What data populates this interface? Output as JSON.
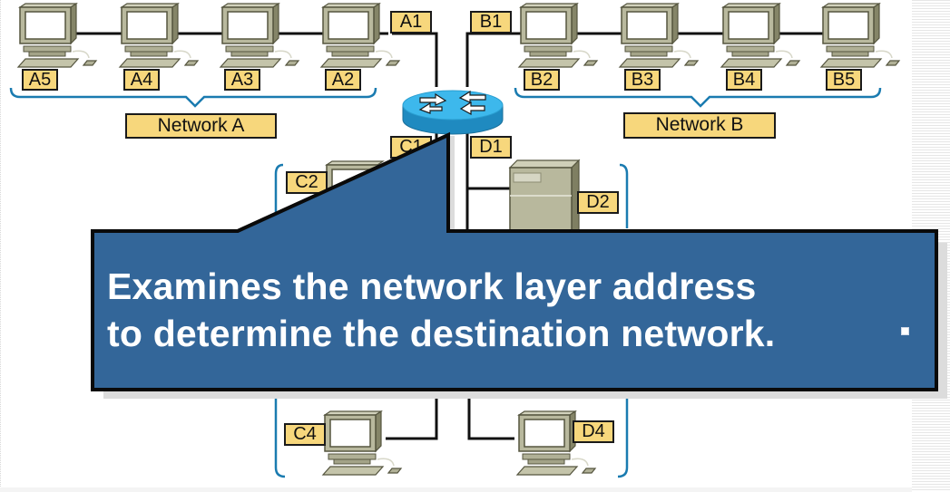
{
  "diagram": {
    "router": {
      "icon": "router-icon"
    },
    "network_a": {
      "label": "Network A",
      "hosts": [
        "A5",
        "A4",
        "A3",
        "A2"
      ],
      "router_interface": "A1"
    },
    "network_b": {
      "label": "Network B",
      "hosts": [
        "B2",
        "B3",
        "B4",
        "B5"
      ],
      "router_interface": "B1"
    },
    "network_c": {
      "router_interface": "C1",
      "hosts": [
        "C2",
        "C4"
      ]
    },
    "network_d": {
      "router_interface": "D1",
      "hosts": [
        "D2",
        "D4"
      ],
      "server_label": "D2"
    },
    "callout": {
      "line1": "Examines the network layer address",
      "line2": "to determine the destination network."
    }
  },
  "colors": {
    "label_fill": "#f7d77c",
    "callout_fill": "#336699",
    "bracket": "#1a7bb0",
    "router_top": "#3db8ec",
    "router_side": "#1f8ac0",
    "computer": "#b5b59a"
  }
}
